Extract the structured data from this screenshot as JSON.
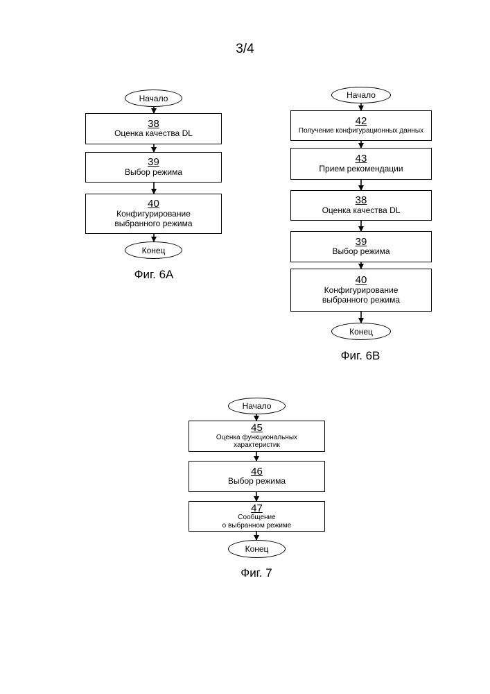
{
  "page_number": "3/4",
  "fig6a": {
    "start": "Начало",
    "steps": [
      {
        "num": "38",
        "text": "Оценка качества DL"
      },
      {
        "num": "39",
        "text": "Выбор режима"
      },
      {
        "num": "40",
        "line1": "Конфигурирование",
        "line2": "выбранного режима"
      }
    ],
    "end": "Конец",
    "caption": "Фиг. 6A"
  },
  "fig6b": {
    "start": "Начало",
    "steps": [
      {
        "num": "42",
        "text": "Получение конфигурационных данных"
      },
      {
        "num": "43",
        "text": "Прием рекомендации"
      },
      {
        "num": "38",
        "text": "Оценка качества DL"
      },
      {
        "num": "39",
        "text": "Выбор режима"
      },
      {
        "num": "40",
        "line1": "Конфигурирование",
        "line2": "выбранного режима"
      }
    ],
    "end": "Конец",
    "caption": "Фиг. 6B"
  },
  "fig7": {
    "start": "Начало",
    "steps": [
      {
        "num": "45",
        "line1": "Оценка функциональных",
        "line2": "характеристик"
      },
      {
        "num": "46",
        "text": "Выбор режима"
      },
      {
        "num": "47",
        "line1": "Сообщение",
        "line2": "о выбранном режиме"
      }
    ],
    "end": "Конец",
    "caption": "Фиг. 7"
  }
}
